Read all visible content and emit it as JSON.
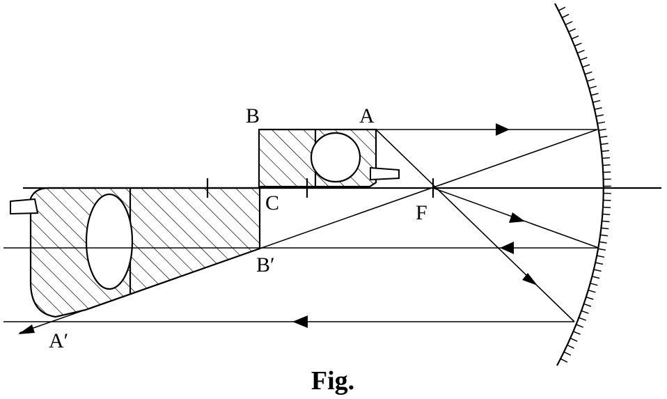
{
  "labels": {
    "B": "B",
    "A": "A",
    "C": "C",
    "F": "F",
    "B_prime": "B′",
    "A_prime": "A′"
  },
  "caption": "Fig."
}
